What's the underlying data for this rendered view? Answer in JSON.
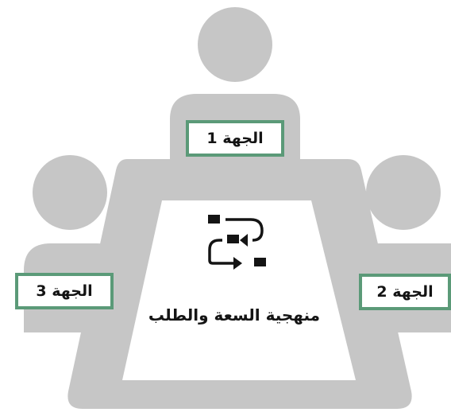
{
  "diagram": {
    "center_title": "منهجية السعة والطلب",
    "center_icon": "process-flow-icon",
    "parties": [
      {
        "label": "الجهة 1"
      },
      {
        "label": "الجهة 2"
      },
      {
        "label": "الجهة 3"
      }
    ]
  },
  "colors": {
    "figure_gray": "#c6c6c6",
    "label_border": "#5b9a78",
    "text": "#141414",
    "background": "#ffffff"
  }
}
